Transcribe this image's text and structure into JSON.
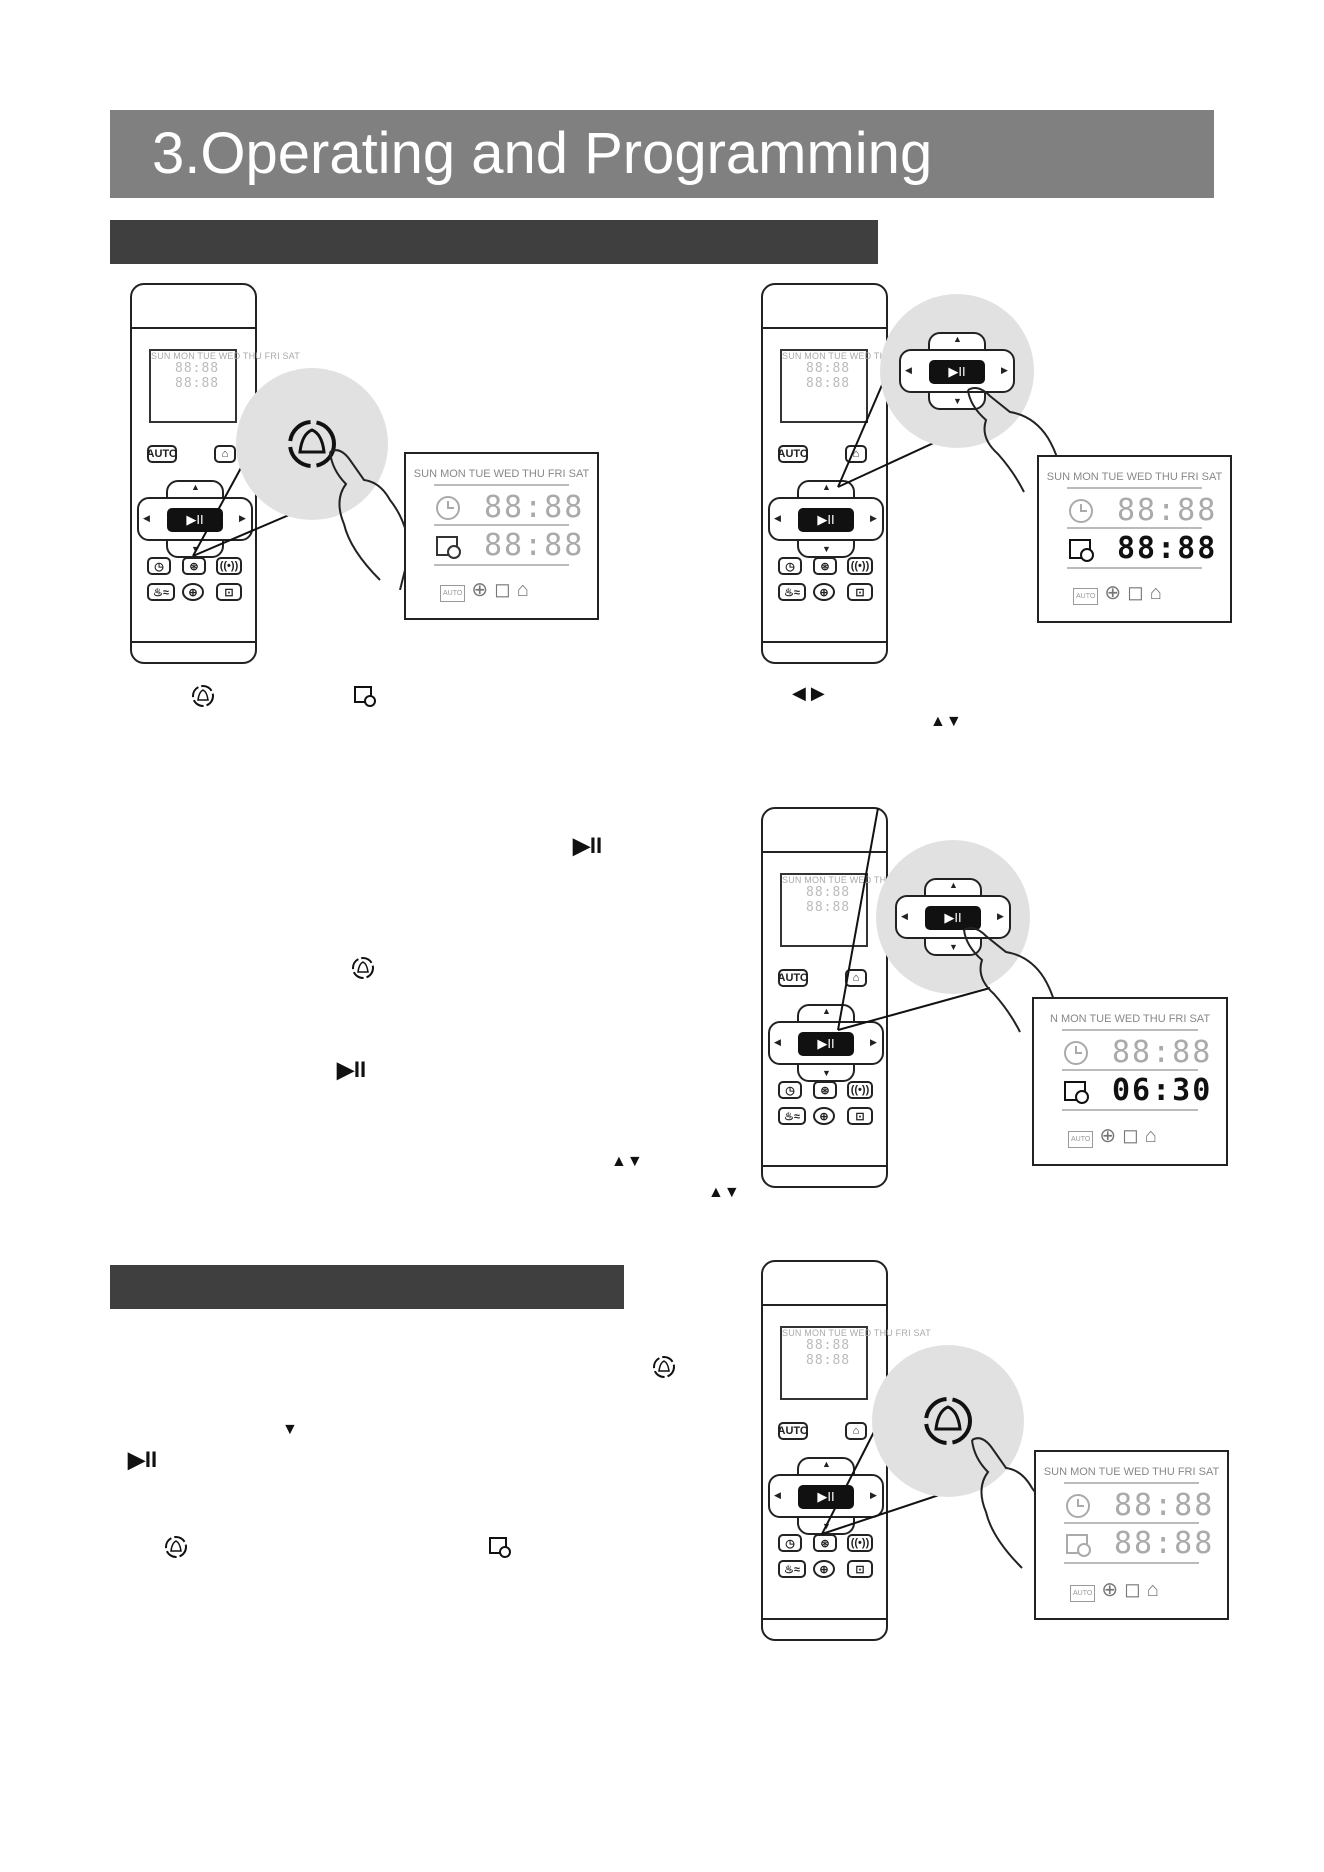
{
  "page": {
    "title": "3.Operating and Programming"
  },
  "sections": [
    {
      "heading": ""
    },
    {
      "heading": ""
    }
  ],
  "remote": {
    "auto_label": "AUTO",
    "lcd_days": "SUN MON TUE WED THU FRI SAT",
    "lcd_clock": "88:88",
    "lcd_timer": "88:88"
  },
  "panels": [
    {
      "days": "SUN MON TUE WED THU FRI SAT",
      "clock": "88:88",
      "timer": "88:88",
      "timer_active": false,
      "auto_label": "AUTO"
    },
    {
      "days": "SUN MON TUE WED THU FRI SAT",
      "clock": "88:88",
      "timer": "88:88",
      "timer_active": true,
      "auto_label": "AUTO"
    },
    {
      "days": "N MON TUE WED THU FRI SAT",
      "clock": "88:88",
      "timer": "06:30",
      "timer_active": true,
      "auto_label": "AUTO"
    },
    {
      "days": "SUN MON TUE WED THU FRI SAT",
      "clock": "88:88",
      "timer": "88:88",
      "timer_active": false,
      "auto_label": "AUTO"
    }
  ],
  "icons": {
    "play_pause": "▶II",
    "left_right": "◀ ▶",
    "up_down": "▲▼",
    "down": "▼"
  }
}
